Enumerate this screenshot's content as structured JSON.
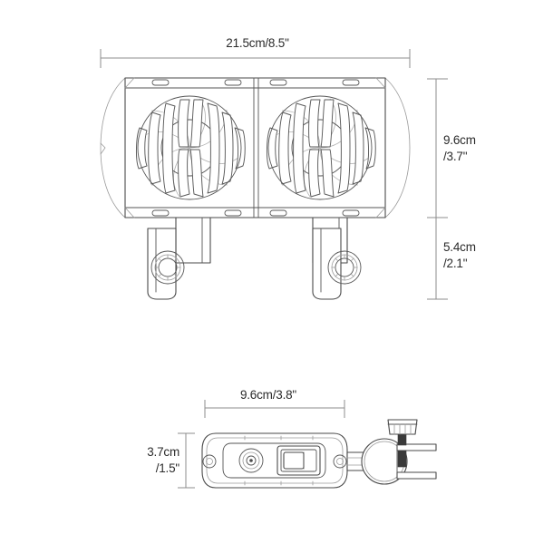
{
  "drawing": {
    "title": "twin-fan-clamp-dimensional-drawing",
    "background_color": "#ffffff",
    "line_color": "#4a4a4a",
    "dimension_line_color": "#8c8c8c",
    "text_color": "#2b2b2b"
  },
  "views": {
    "front": {
      "name": "front-view",
      "description": "Twin fan head with two round grilles and two swivel clamp brackets"
    },
    "top": {
      "name": "top-view",
      "description": "Top view of fan housing with control knob, rocker switch and clamp"
    }
  },
  "dimensions": {
    "front_width": {
      "label": "21.5cm/8.5\"",
      "metric": "21.5cm",
      "imperial": "8.5\"",
      "orientation": "horizontal",
      "view": "front-view"
    },
    "front_body_height": {
      "label_line1": "9.6cm",
      "label_line2": "/3.7\"",
      "metric": "9.6cm",
      "imperial": "3.7\"",
      "orientation": "vertical",
      "view": "front-view"
    },
    "front_bracket_height": {
      "label_line1": "5.4cm",
      "label_line2": "/2.1\"",
      "metric": "5.4cm",
      "imperial": "2.1\"",
      "orientation": "vertical",
      "view": "front-view"
    },
    "top_depth": {
      "label": "9.6cm/3.8\"",
      "metric": "9.6cm",
      "imperial": "3.8\"",
      "orientation": "horizontal",
      "view": "top-view"
    },
    "top_height": {
      "label_line1": "3.7cm",
      "label_line2": "/1.5\"",
      "metric": "3.7cm",
      "imperial": "1.5\"",
      "orientation": "vertical",
      "view": "top-view"
    }
  },
  "parts": {
    "fan_grille_left": "left-fan-grille",
    "fan_grille_right": "right-fan-grille",
    "bracket_left": "left-swivel-bracket",
    "bracket_right": "right-swivel-bracket",
    "knurled_knob_left": "left-knurled-pivot-knob",
    "knurled_knob_right": "right-knurled-pivot-knob",
    "control_knob": "control-knob",
    "rocker_switch": "rocker-switch",
    "clamp_ring": "clamp-ring",
    "thumbscrew": "thumbscrew-knob"
  }
}
